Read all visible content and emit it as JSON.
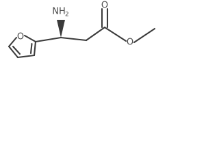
{
  "molecule": {
    "atoms": {
      "amine": "NH",
      "amine_subscript": "2",
      "carbonyl_oxygen": "O",
      "ester_oxygen": "O",
      "furan_oxygen": "O"
    },
    "colors": {
      "bond": "#3b3b3b",
      "label": "#4a4a4a",
      "background": "#ffffff"
    }
  }
}
